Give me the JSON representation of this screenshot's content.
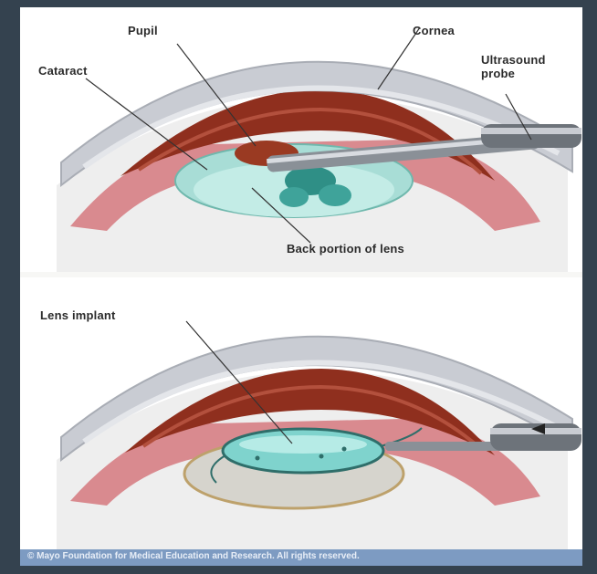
{
  "top_panel": {
    "labels": {
      "pupil": "Pupil",
      "cornea": "Cornea",
      "cataract": "Cataract",
      "ultrasound_probe_line1": "Ultrasound",
      "ultrasound_probe_line2": "probe",
      "back_portion": "Back portion of lens"
    }
  },
  "bottom_panel": {
    "labels": {
      "lens_implant": "Lens implant"
    }
  },
  "footer": {
    "copyright": "© Mayo Foundation for Medical Education and Research. All rights reserved."
  },
  "colors": {
    "cornea": "#c9ccd3",
    "iris": "#8f2f1e",
    "sclera_pink": "#d98a8f",
    "lens_cyan": "#9fe0db",
    "probe_steel": "#8a9097",
    "background": "#34424f",
    "footer_bar": "#7d9bc2"
  }
}
